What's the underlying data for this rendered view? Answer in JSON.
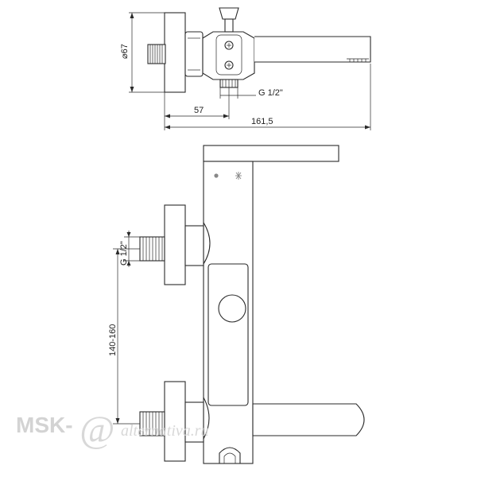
{
  "dimensions": {
    "diameter": "⌀67",
    "offset": "57",
    "total_length": "161,5",
    "thread_top": "G 1/2\"",
    "thread_side": "G 1/2\"",
    "spacing": "140-160"
  },
  "watermark": {
    "brand": "MSK-",
    "at_sign": "@",
    "domain": "alternativa.ru"
  },
  "colors": {
    "line": "#2a2a2a",
    "watermark": "#cfcfcf",
    "background": "#ffffff"
  }
}
